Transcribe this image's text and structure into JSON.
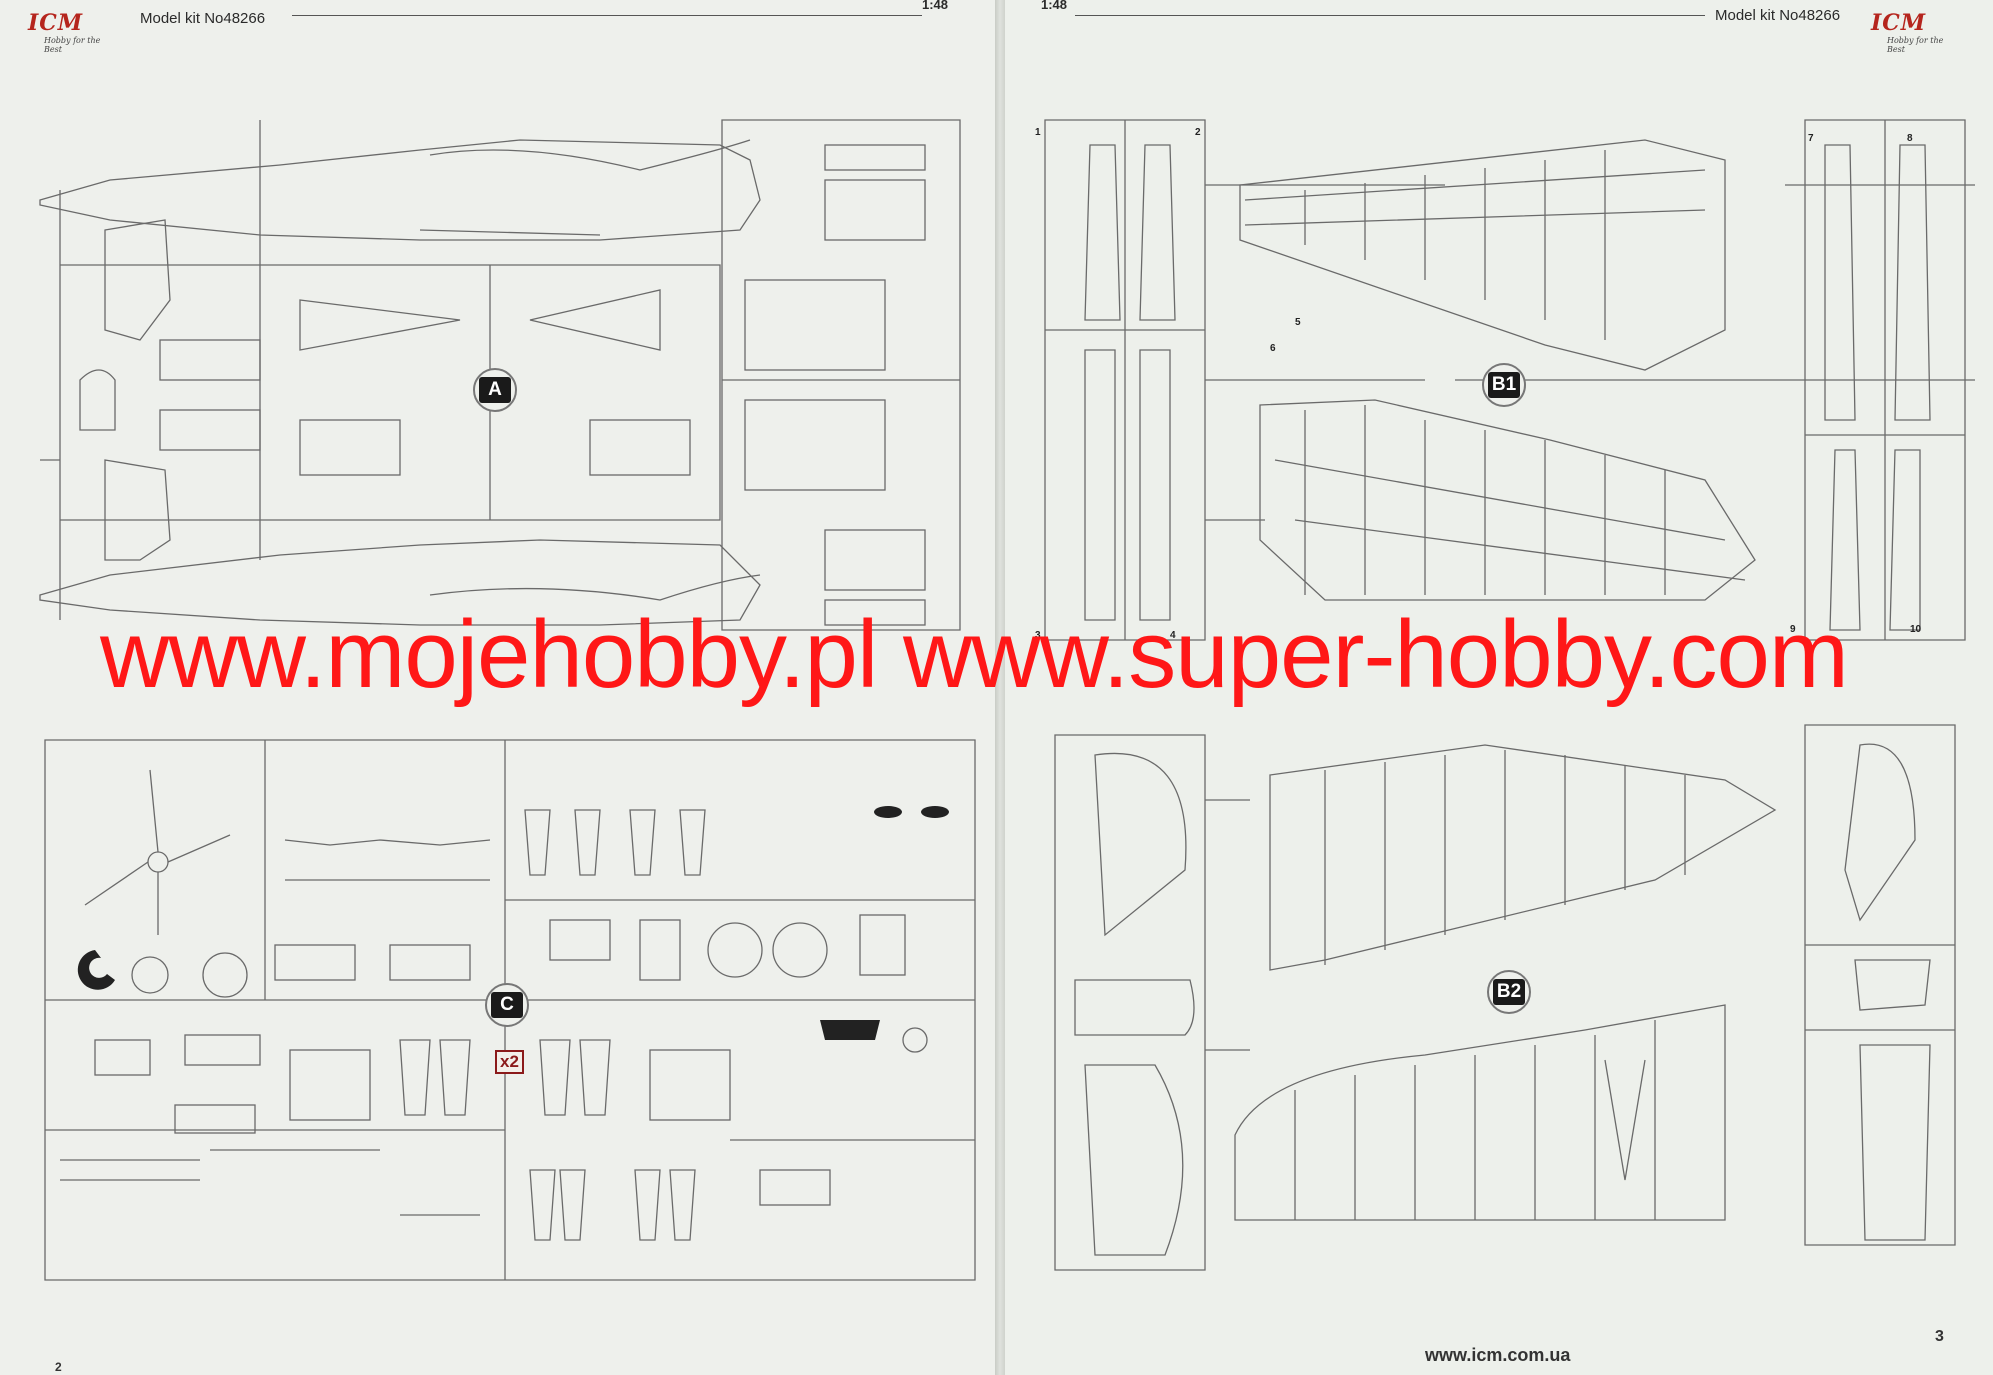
{
  "header": {
    "kit_label": "Model kit No48266",
    "scale": "1:48",
    "logo_text": "ICM",
    "logo_tagline": "Hobby for the Best"
  },
  "sprues": {
    "a": "A",
    "c": "C",
    "b1": "B1",
    "b2": "B2",
    "multiplier": "x2"
  },
  "part_numbers": [
    "1",
    "2",
    "3",
    "4",
    "5",
    "6",
    "7",
    "8",
    "9",
    "10"
  ],
  "watermark": "www.mojehobby.pl www.super-hobby.com",
  "footer": {
    "url": "www.icm.com.ua",
    "page_left": "2",
    "page_right": "3"
  },
  "colors": {
    "watermark": "#ff1717",
    "brand": "#b5251d",
    "paper": "#eef0ec",
    "line_art": "#555555"
  }
}
